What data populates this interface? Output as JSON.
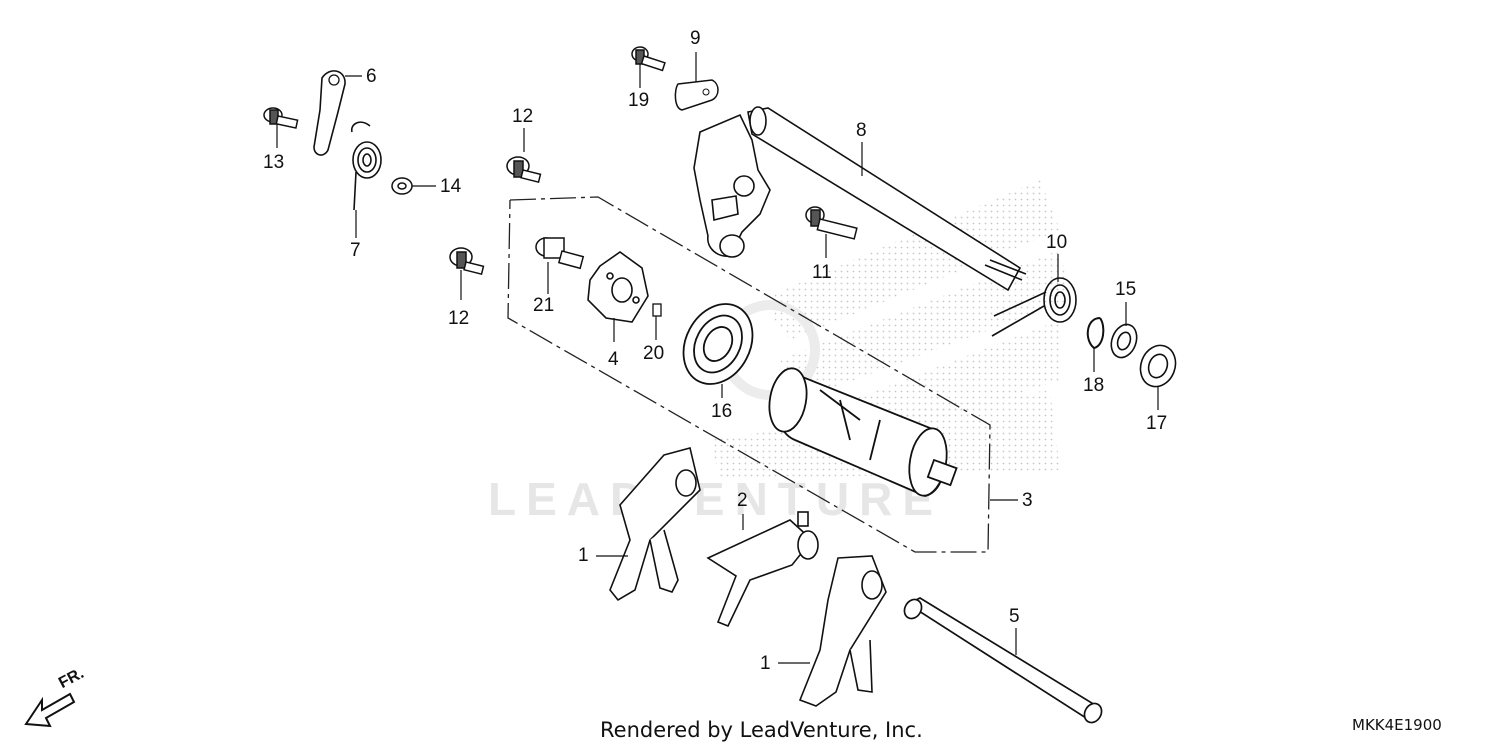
{
  "labels": [
    {
      "id": "p13",
      "text": "13"
    },
    {
      "id": "p6",
      "text": "6"
    },
    {
      "id": "p7",
      "text": "7"
    },
    {
      "id": "p14",
      "text": "14"
    },
    {
      "id": "p12a",
      "text": "12"
    },
    {
      "id": "p12b",
      "text": "12"
    },
    {
      "id": "p19",
      "text": "19"
    },
    {
      "id": "p9",
      "text": "9"
    },
    {
      "id": "p8",
      "text": "8"
    },
    {
      "id": "p11",
      "text": "11"
    },
    {
      "id": "p21",
      "text": "21"
    },
    {
      "id": "p4",
      "text": "4"
    },
    {
      "id": "p20",
      "text": "20"
    },
    {
      "id": "p16",
      "text": "16"
    },
    {
      "id": "p10",
      "text": "10"
    },
    {
      "id": "p15",
      "text": "15"
    },
    {
      "id": "p18",
      "text": "18"
    },
    {
      "id": "p17",
      "text": "17"
    },
    {
      "id": "p3",
      "text": "3"
    },
    {
      "id": "p2",
      "text": "2"
    },
    {
      "id": "p1a",
      "text": "1"
    },
    {
      "id": "p1b",
      "text": "1"
    },
    {
      "id": "p5",
      "text": "5"
    }
  ],
  "front_marker": "FR.",
  "watermark": "LEADVENTURE",
  "footer": {
    "rendered_by": "Rendered by LeadVenture, Inc.",
    "diagram_code": "MKK4E1900"
  }
}
